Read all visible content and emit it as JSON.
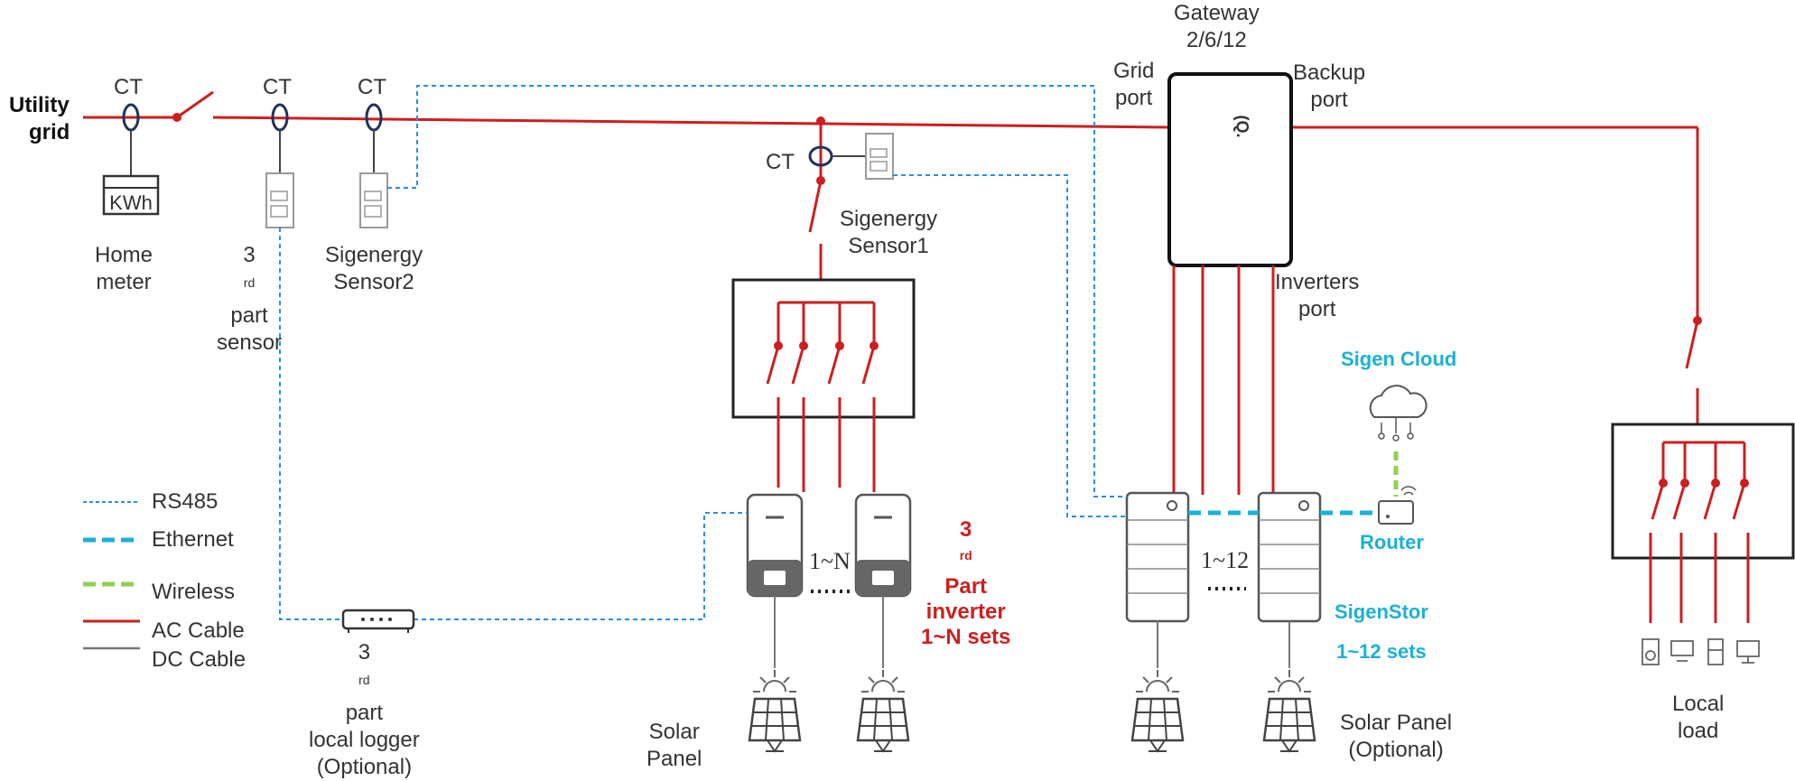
{
  "utility_grid": {
    "line1": "Utility",
    "line2": "grid"
  },
  "ct_label": "CT",
  "home_meter": {
    "display": "KWh",
    "line1": "Home",
    "line2": "meter"
  },
  "third_part_sensor": {
    "sup": "rd",
    "line1_rest": " part",
    "line1_prefix": "3",
    "line2": "sensor"
  },
  "sigenergy_sensor2": {
    "line1": "Sigenergy",
    "line2": "Sensor2"
  },
  "sigenergy_sensor1": {
    "line1": "Sigenergy",
    "line2": "Sensor1"
  },
  "gateway": {
    "line1": "Gateway",
    "line2": "2/6/12"
  },
  "grid_port": {
    "line1": "Grid",
    "line2": "port"
  },
  "backup_port": {
    "line1": "Backup",
    "line2": "port"
  },
  "inverters_port": {
    "line1": "Inverters",
    "line2": "port"
  },
  "sigen_cloud": "Sigen Cloud",
  "router": "Router",
  "sigenstor": {
    "line1": "SigenStor",
    "line2": "1~12 sets"
  },
  "third_part_inverter": {
    "prefix": "3",
    "sup": "rd",
    "line1_rest": " Part",
    "line2": "inverter",
    "line3": "1~N sets"
  },
  "inverter_count": "1~N",
  "sigenstor_count": "1~12",
  "local_logger": {
    "prefix": "3",
    "sup": "rd",
    "line1_rest": " part",
    "line2": "local logger",
    "line3": "(Optional)"
  },
  "solar_panel_left": {
    "line1": "Solar",
    "line2": "Panel"
  },
  "solar_panel_right": {
    "line1": "Solar Panel",
    "line2": "(Optional)"
  },
  "local_load": {
    "line1": "Local",
    "line2": "load"
  },
  "legend": {
    "items": [
      {
        "label": "RS485",
        "style": "dotted",
        "color": "#2b8fd9"
      },
      {
        "label": "Ethernet",
        "style": "dashed",
        "color": "#1ab1d6"
      },
      {
        "label": "Wireless",
        "style": "dashed",
        "color": "#8fd14f"
      },
      {
        "label": "AC Cable",
        "style": "solid",
        "color": "#cc1f1f"
      },
      {
        "label": "DC Cable",
        "style": "solid",
        "color": "#777777"
      }
    ]
  },
  "colors": {
    "ac": "#cc1f1f",
    "dc": "#777777",
    "rs485": "#2b8fd9",
    "ethernet": "#1ab1d6",
    "wireless": "#8fd14f"
  }
}
